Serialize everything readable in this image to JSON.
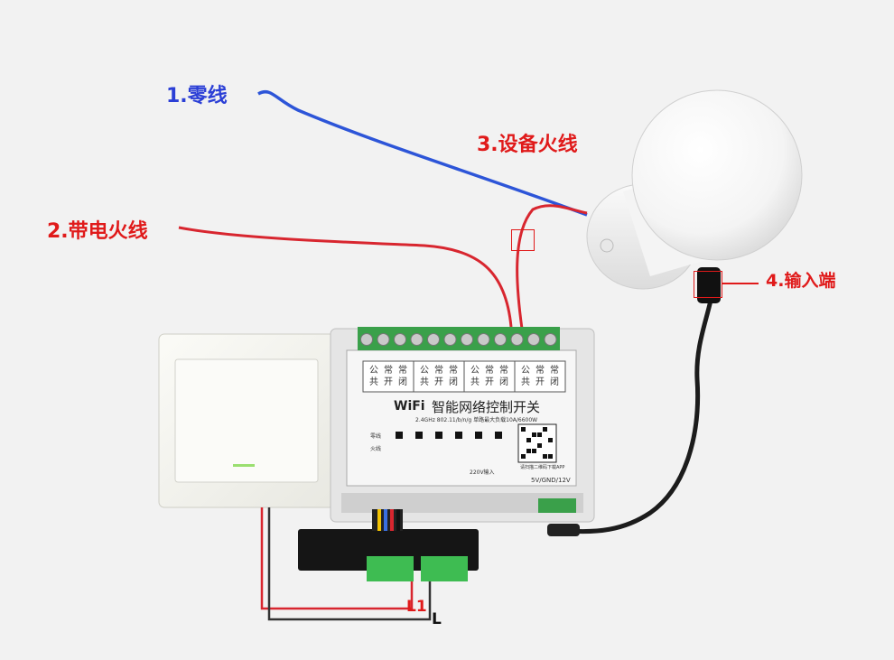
{
  "labels": {
    "neutral": "1.零线",
    "live_in": "2.带电火线",
    "device_live": "3.设备火线",
    "input": "4.输入端",
    "l1": "L1",
    "l": "L"
  },
  "relay": {
    "title": "智能网络控制开关",
    "logo": "WiFi",
    "spec": "2.4GHz   802.11/b/n/g     单路最大负载10A/6600W",
    "row1": "零线",
    "row2": "火线",
    "voltage": "220V输入",
    "power": "5V/GND/12V",
    "qr_caption": "请扫描二维码下载APP",
    "groups": [
      {
        "c1": "公共",
        "c2": "常开",
        "c3": "常闭"
      },
      {
        "c1": "公共",
        "c2": "常开",
        "c3": "常闭"
      },
      {
        "c1": "公共",
        "c2": "常开",
        "c3": "常闭"
      },
      {
        "c1": "公共",
        "c2": "常开",
        "c3": "常闭"
      }
    ]
  },
  "colors": {
    "red_wire": "#d8262f",
    "blue_wire": "#2d55d8",
    "label_red": "#e01a1a",
    "label_blue": "#2b3fd6"
  }
}
